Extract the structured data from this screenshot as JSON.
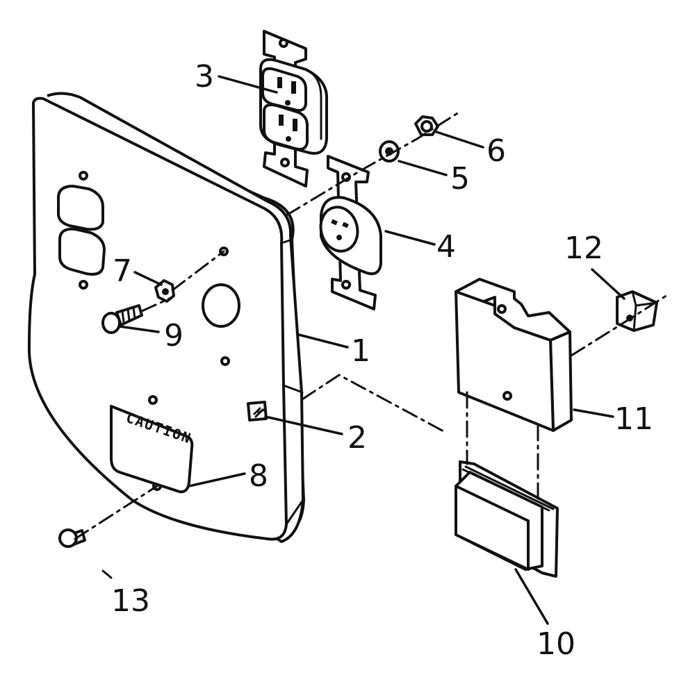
{
  "callouts": {
    "c1": "1",
    "c2": "2",
    "c3": "3",
    "c4": "4",
    "c5": "5",
    "c6": "6",
    "c7": "7",
    "c8": "8",
    "c9": "9",
    "c10": "10",
    "c11": "11",
    "c12": "12",
    "c13": "13"
  },
  "caution_plate_text": "CAUTION"
}
